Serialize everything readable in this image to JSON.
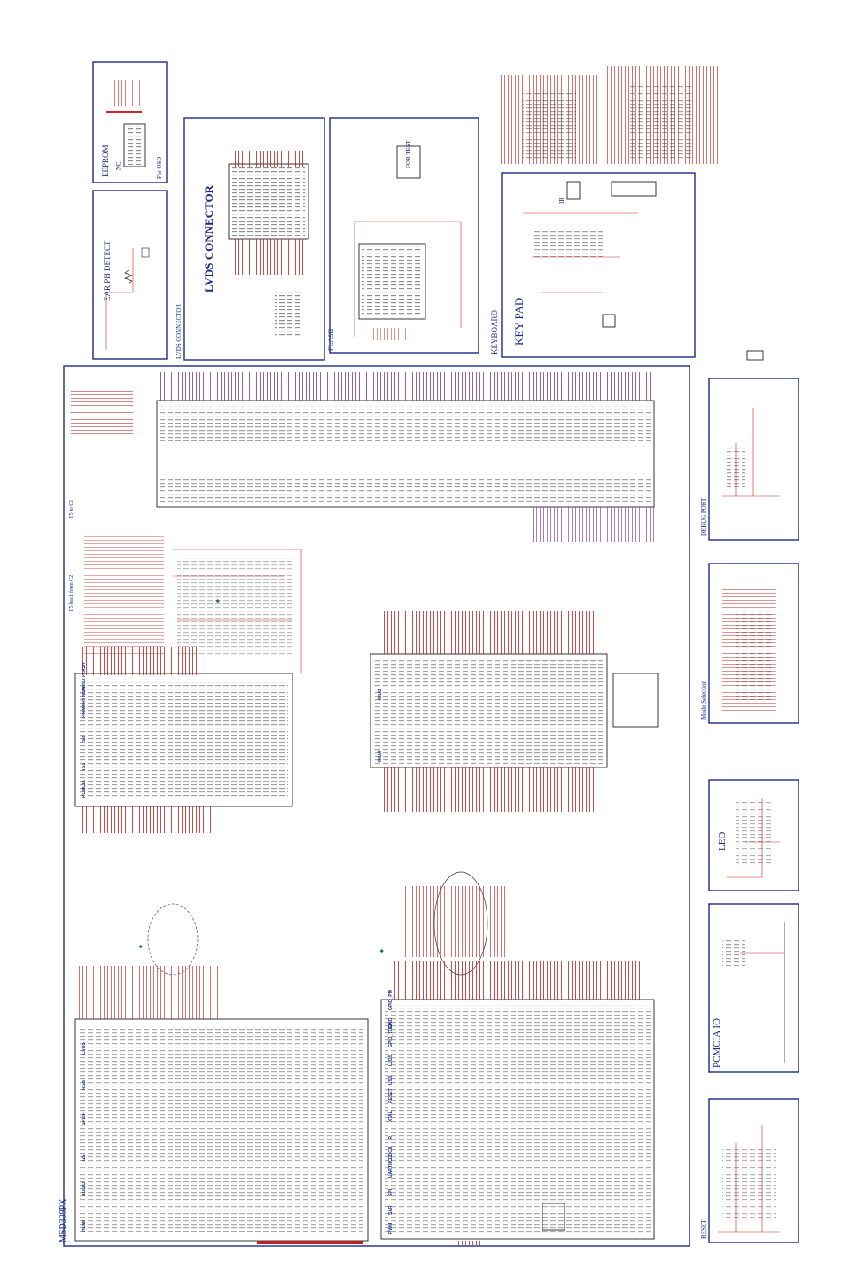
{
  "sheet": {
    "title": "MSD309PX",
    "colors": {
      "frame": "#1a2a8a",
      "net": "#d22222",
      "bus": "#7a3a8a",
      "note": "#1a7a2a",
      "part": "#222222"
    }
  },
  "blocks": {
    "eeprom": {
      "title": "EEPROM",
      "nc": "NC",
      "osd": "For OSD"
    },
    "ear": {
      "title": "EAR PH DETECT"
    },
    "lvds": {
      "title": "LVDS CONNECTOR",
      "side_label": "LVDS CONNECTOR"
    },
    "flash": {
      "title": "FLASH",
      "test": "FOR TEST"
    },
    "keyboard": {
      "title": "KEY PAD",
      "side_label": "KEYBOARD",
      "ir": "IR"
    },
    "main": {
      "label_t5_c1": "T5 to C1",
      "label_t5_c2": "T5 back from C2"
    },
    "debug": {
      "title": "DEBUG PORT"
    },
    "mode": {
      "title": "Mode Selection"
    },
    "led": {
      "title": "LED"
    },
    "pcmcia": {
      "title": "PCMCIA IO"
    },
    "reset": {
      "title": "RESET"
    }
  },
  "subunits": {
    "left": [
      "HDMI",
      "AUDIO",
      "I2S",
      "SPDIF",
      "RGB",
      "CVBS"
    ],
    "upper": [
      "PCMCIA",
      "TS1",
      "TS0",
      "PRIMARY MUX",
      "NAND FLASH"
    ],
    "center": [
      "MIUA",
      "MIUB"
    ],
    "lower": [
      "PWM",
      "SAR",
      "SPI",
      "UART/IIC",
      "DDCB",
      "IR",
      "XTAL",
      "RESET",
      "USB",
      "LVDS",
      "GPIO_TCON",
      "GPIO",
      "GPIO_PM"
    ]
  }
}
